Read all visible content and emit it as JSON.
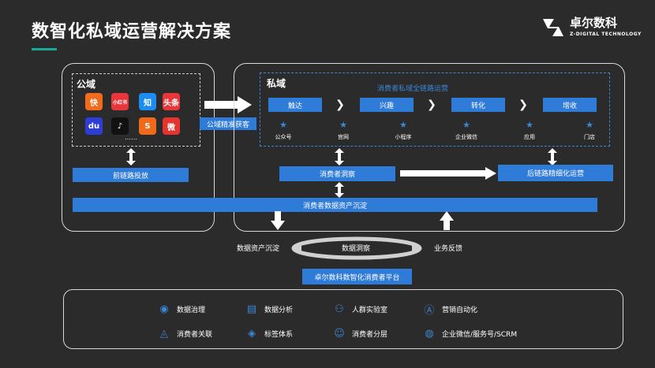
{
  "page": {
    "title": "数智化私域运营解决方案",
    "accent_color": "#1aa89a",
    "primary_blue": "#2f7bd8"
  },
  "logo": {
    "name": "卓尔数科",
    "sub": "Z-DIGITAL TECHNOLOGY"
  },
  "public_domain": {
    "label": "公域",
    "icons": [
      {
        "name": "kuaishou-icon",
        "text": "快",
        "color": "#f26b1d"
      },
      {
        "name": "xiaohongshu-icon",
        "text": "小红书",
        "color": "#e8363a"
      },
      {
        "name": "zhihu-icon",
        "text": "知",
        "color": "#1d8cf0"
      },
      {
        "name": "toutiao-icon",
        "text": "头条",
        "color": "#e8363a"
      },
      {
        "name": "baidu-icon",
        "text": "du",
        "color": "#2d3ed6"
      },
      {
        "name": "douyin-icon",
        "text": "♪",
        "color": "#111111"
      },
      {
        "name": "sogou-icon",
        "text": "S",
        "color": "#f06a1b"
      },
      {
        "name": "weibo-icon",
        "text": "微",
        "color": "#e5332f"
      }
    ],
    "more": "……",
    "front_link": "前链路投放"
  },
  "transfer": {
    "label": "公域精准获客"
  },
  "private_domain": {
    "label": "私域",
    "journey_title": "消费者私域全链路运营",
    "stages": [
      "触达",
      "兴趣",
      "转化",
      "增收"
    ],
    "channels": [
      "公众号",
      "官网",
      "小程序",
      "企业微信",
      "应用",
      "门店"
    ],
    "insight": "消费者洞察",
    "back_link": "后链路精细化运营"
  },
  "asset_bar": {
    "label": "消费者数据资产沉淀"
  },
  "cycle": {
    "left": "数据资产沉淀",
    "center": "数据洞察",
    "right": "业务反馈"
  },
  "platform": {
    "label": "卓尔数科数智化消费者平台"
  },
  "features": [
    {
      "icon": "database-icon",
      "glyph": "◉",
      "label": "数据治理"
    },
    {
      "icon": "analytics-icon",
      "glyph": "▤",
      "label": "数据分析"
    },
    {
      "icon": "crowd-icon",
      "glyph": "⚇",
      "label": "人群实验室"
    },
    {
      "icon": "automation-icon",
      "glyph": "Ⓐ",
      "label": "营销自动化"
    },
    {
      "icon": "relation-icon",
      "glyph": "◬",
      "label": "消费者关联"
    },
    {
      "icon": "tag-icon",
      "glyph": "◈",
      "label": "标签体系"
    },
    {
      "icon": "segment-icon",
      "glyph": "☺",
      "label": "消费者分层"
    },
    {
      "icon": "wechat-icon",
      "glyph": "◍",
      "label": "企业微信/服务号/SCRM"
    }
  ]
}
